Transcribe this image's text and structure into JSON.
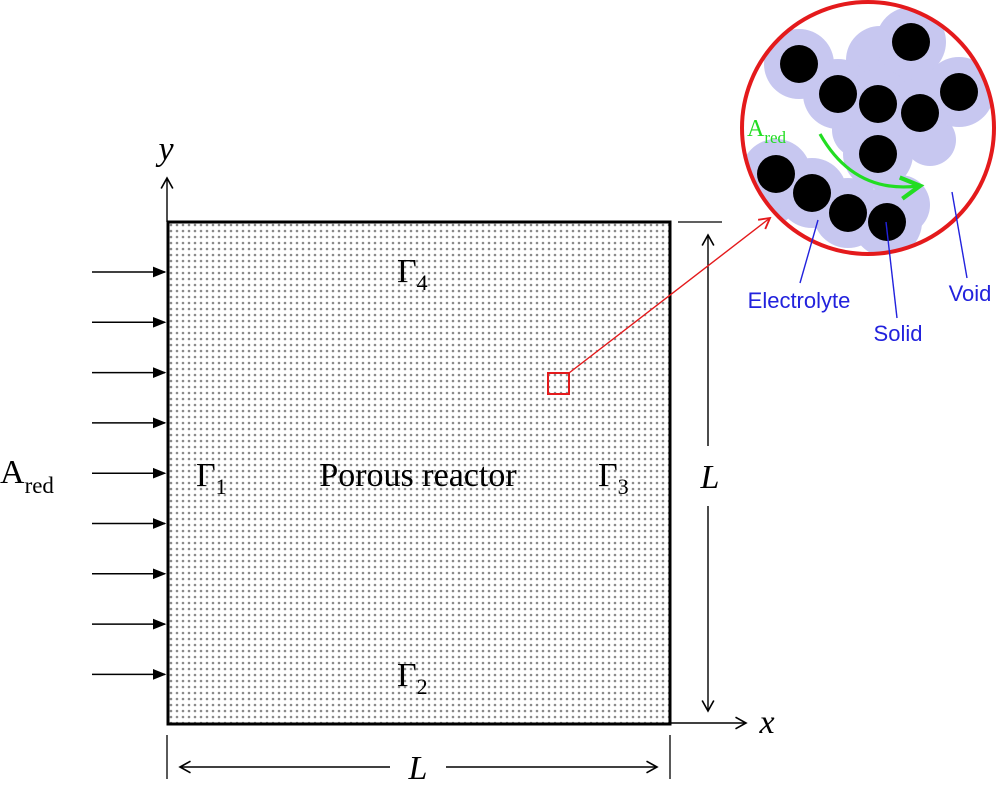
{
  "axes": {
    "y_label": "y",
    "x_label": "x"
  },
  "dimensions": {
    "width_label": "L",
    "height_label": "L"
  },
  "inflow": {
    "label_main": "A",
    "label_sub": "red",
    "arrow_count": 9
  },
  "reactor": {
    "title": "Porous reactor",
    "boundaries": [
      {
        "symbol": "Γ",
        "sub": "1"
      },
      {
        "symbol": "Γ",
        "sub": "2"
      },
      {
        "symbol": "Γ",
        "sub": "3"
      },
      {
        "symbol": "Γ",
        "sub": "4"
      }
    ]
  },
  "zoom": {
    "reactant_main": "A",
    "reactant_sub": "red",
    "labels": {
      "electrolyte": "Electrolyte",
      "solid": "Solid",
      "void": "Void"
    },
    "colors": {
      "circle": "#e41a1c",
      "electrolyte": "#c7c7f0",
      "particle": "#000000",
      "reaction_arrow": "#22dd22",
      "annotation": "#2222dd"
    }
  }
}
